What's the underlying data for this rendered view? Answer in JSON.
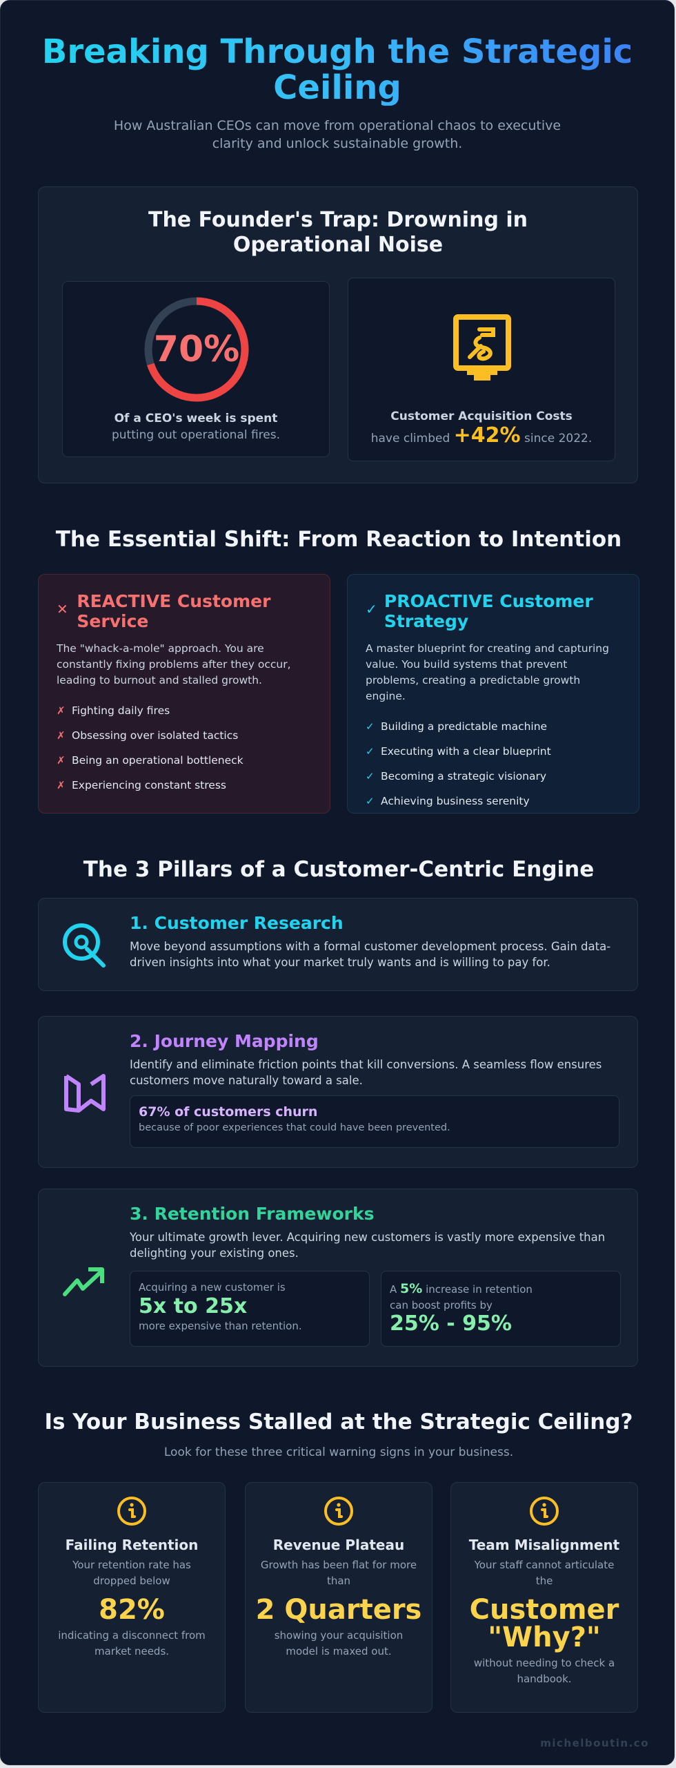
{
  "hero": {
    "title": "Breaking Through the Strategic Ceiling",
    "subtitle": "How Australian CEOs can move from operational chaos to executive clarity and unlock sustainable growth."
  },
  "trap": {
    "title": "The Founder's Trap: Drowning in Operational Noise",
    "ceo_stat": {
      "value": "70%",
      "percent": 70,
      "bold": "Of a CEO's week is spent",
      "muted": "putting out operational fires.",
      "icon": "donut-chart-icon"
    },
    "cac_stat": {
      "icon": "money-bill-icon",
      "bold": "Customer Acquisition Costs",
      "pre": "have climbed ",
      "value": "+42%",
      "post": " since 2022."
    }
  },
  "shift": {
    "title": "The Essential Shift: From Reaction to Intention",
    "reactive": {
      "icon": "x-icon",
      "mark": "✗",
      "glyph": "✕",
      "title": "REACTIVE Customer Service",
      "desc": "The \"whack-a-mole\" approach. You are constantly fixing problems after they occur, leading to burnout and stalled growth.",
      "items": [
        "Fighting daily fires",
        "Obsessing over isolated tactics",
        "Being an operational bottleneck",
        "Experiencing constant stress"
      ]
    },
    "proactive": {
      "icon": "check-icon",
      "mark": "✓",
      "glyph": "✓",
      "title": "PROACTIVE Customer Strategy",
      "desc": "A master blueprint for creating and capturing value. You build systems that prevent problems, creating a predictable growth engine.",
      "items": [
        "Building a predictable machine",
        "Executing with a clear blueprint",
        "Becoming a strategic visionary",
        "Achieving business serenity"
      ]
    }
  },
  "pillars": {
    "title": "The 3 Pillars of a Customer-Centric Engine",
    "items": [
      {
        "icon": "search-icon",
        "color": "#22d3ee",
        "title": "1. Customer Research",
        "desc": "Move beyond assumptions with a formal customer development process. Gain data-driven insights into what your market truly wants and is willing to pay for."
      },
      {
        "icon": "map-icon",
        "color": "#c084fc",
        "title": "2. Journey Mapping",
        "desc": "Identify and eliminate friction points that kill conversions. A seamless flow ensures customers move naturally toward a sale.",
        "callout": {
          "bold": "67% of customers churn",
          "muted": "because of poor experiences that could have been prevented."
        }
      },
      {
        "icon": "trending-up-icon",
        "color": "#4ade80",
        "title": "3. Retention Frameworks",
        "desc": "Your ultimate growth lever. Acquiring new customers is vastly more expensive than delighting your existing ones.",
        "box1": {
          "pre": "Acquiring a new customer is",
          "big": "5x to 25x",
          "post": "more expensive than retention."
        },
        "box2": {
          "pre_a": "A ",
          "highlight": "5%",
          "pre_b": " increase in retention",
          "line2": "can boost profits by",
          "big": "25% - 95%"
        }
      }
    ]
  },
  "warning": {
    "title": "Is Your Business Stalled at the Strategic Ceiling?",
    "subtitle": "Look for these three critical warning signs in your business.",
    "cards": [
      {
        "icon": "info-icon",
        "title": "Failing Retention",
        "pre": "Your retention rate has dropped below",
        "big": "82%",
        "post": "indicating a disconnect from market needs."
      },
      {
        "icon": "info-icon",
        "title": "Revenue Plateau",
        "pre": "Growth has been flat for more than",
        "big": "2 Quarters",
        "post": "showing your acquisition model is maxed out."
      },
      {
        "icon": "info-icon",
        "title": "Team Misalignment",
        "pre": "Your staff cannot articulate the",
        "big": "Customer \"Why?\"",
        "post": "without needing to check a handbook."
      }
    ]
  },
  "footer": {
    "brand": "michelboutin.co"
  },
  "colors": {
    "bg": "#0f172a",
    "card": "#162033",
    "red": "#f87171",
    "cyan": "#22d3ee",
    "purple": "#c084fc",
    "green": "#4ade80",
    "yellow": "#fbbf24"
  }
}
